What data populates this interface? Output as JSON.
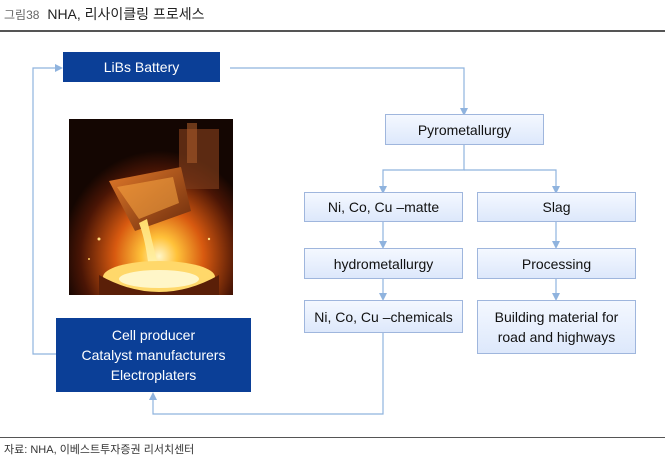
{
  "header": {
    "figure_number": "그림38",
    "title": "NHA, 리사이클링 프로세스"
  },
  "nodes": {
    "libs_battery": "LiBs Battery",
    "pyrometallurgy": "Pyrometallurgy",
    "matte": "Ni, Co, Cu –matte",
    "slag": "Slag",
    "hydrometallurgy": "hydrometallurgy",
    "processing": "Processing",
    "chemicals": "Ni, Co, Cu –chemicals",
    "building_material": [
      "Building material for",
      "road and highways"
    ],
    "cell_producer": [
      "Cell producer",
      "Catalyst manufacturers",
      "Electroplaters"
    ]
  },
  "colors": {
    "dark_box": "#0b3f97",
    "light_box": "#e6eefc",
    "connector": "#8fb3de"
  },
  "footer": {
    "source": "자료: NHA, 이베스트투자증권 리서치센터"
  }
}
